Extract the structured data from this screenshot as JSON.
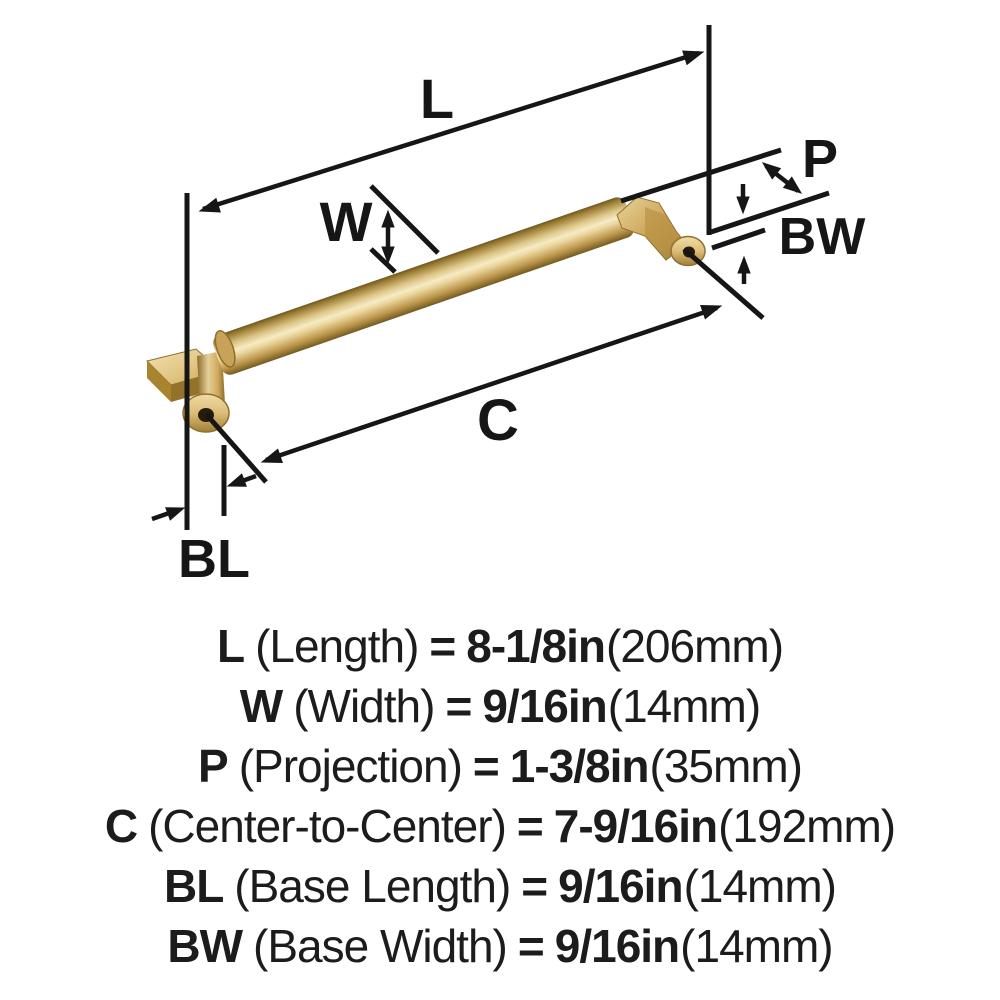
{
  "diagram": {
    "dim_labels": {
      "length": "L",
      "width": "W",
      "projection": "P",
      "base_width": "BW",
      "center_to_center": "C",
      "base_length": "BL"
    },
    "colors": {
      "line": "#161616",
      "text": "#1c1c1c",
      "background": "#ffffff",
      "gold_dark": "#73591f",
      "gold_mid": "#c9a45a",
      "gold_light": "#f6ebc4"
    }
  },
  "specs": [
    {
      "code": "L",
      "name": "(Length)",
      "equals": "=",
      "value": "8-1/8in",
      "metric": "(206mm)"
    },
    {
      "code": "W",
      "name": "(Width)",
      "equals": "=",
      "value": "9/16in",
      "metric": "(14mm)"
    },
    {
      "code": "P",
      "name": "(Projection)",
      "equals": "=",
      "value": "1-3/8in",
      "metric": "(35mm)"
    },
    {
      "code": "C",
      "name": "(Center-to-Center)",
      "equals": "=",
      "value": "7-9/16in",
      "metric": "(192mm)"
    },
    {
      "code": "BL",
      "name": "(Base Length)",
      "equals": "=",
      "value": "9/16in",
      "metric": "(14mm)"
    },
    {
      "code": "BW",
      "name": "(Base Width)",
      "equals": "=",
      "value": "9/16in",
      "metric": "(14mm)"
    }
  ]
}
